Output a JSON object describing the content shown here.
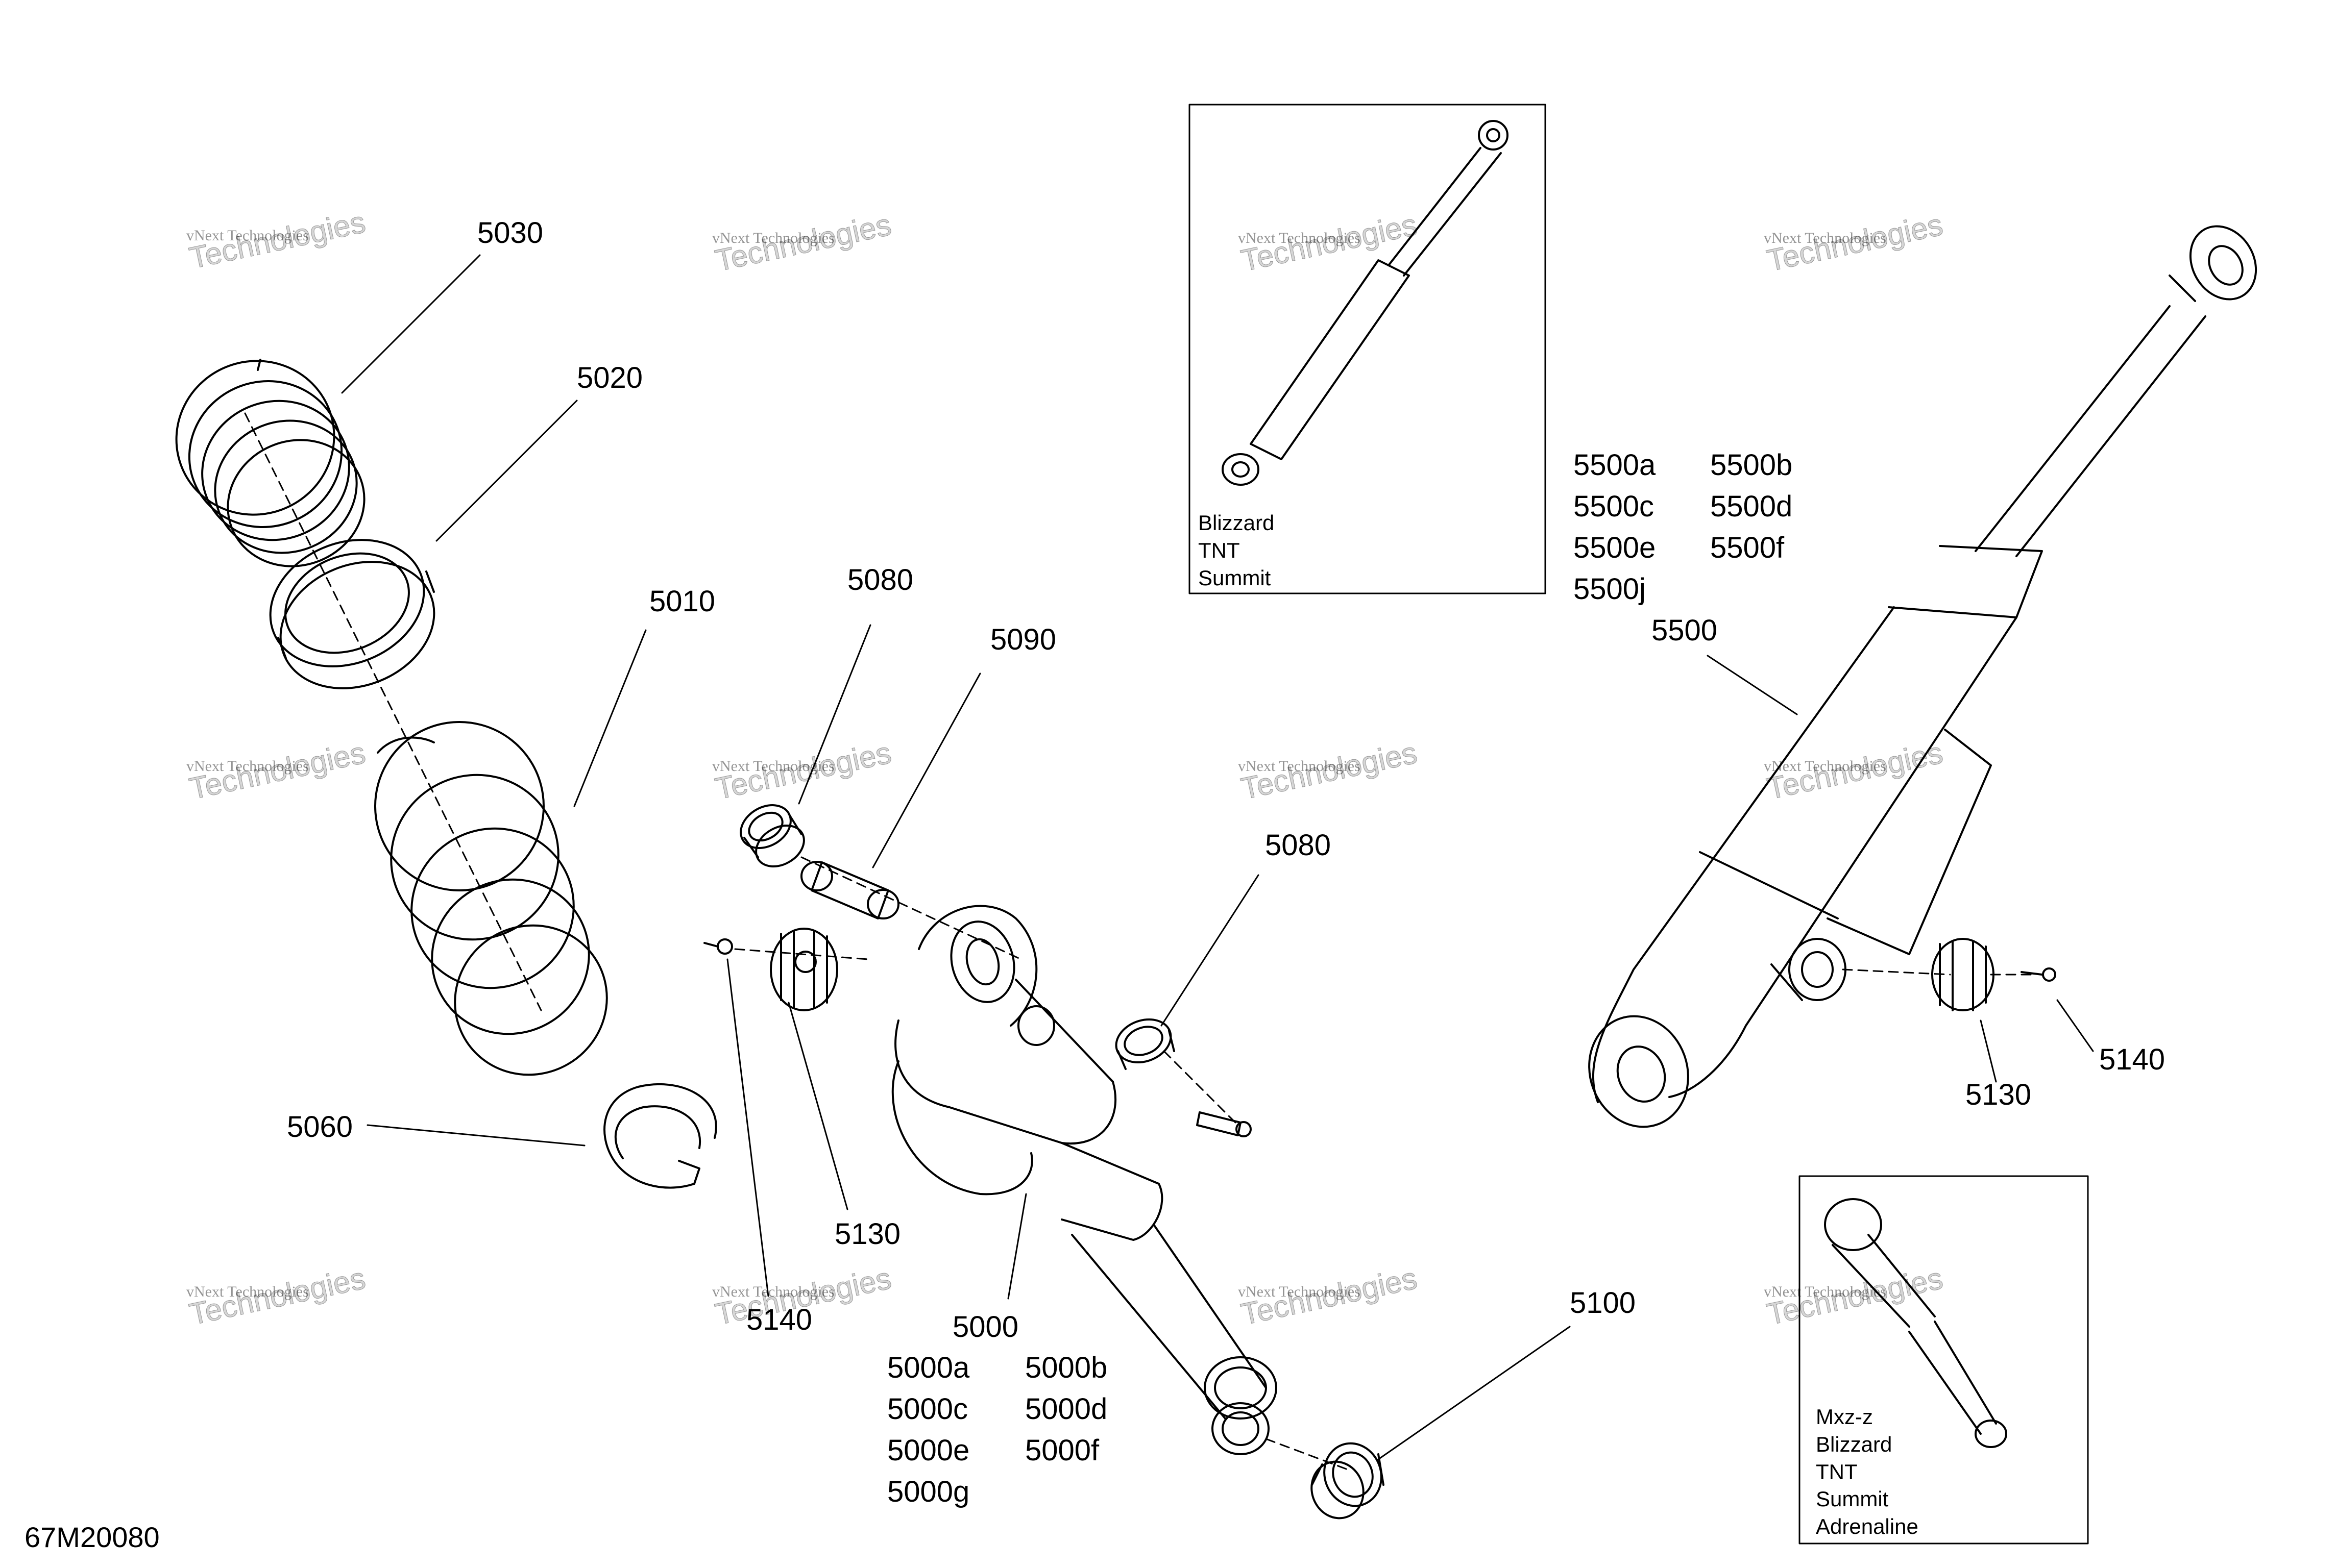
{
  "reference_code": "67M20080",
  "watermark": {
    "line1": "vNext Technologies",
    "line2": "Technologies"
  },
  "callouts": {
    "c5030": "5030",
    "c5020": "5020",
    "c5010": "5010",
    "c5080a": "5080",
    "c5090": "5090",
    "c5080b": "5080",
    "c5060": "5060",
    "c5130a": "5130",
    "c5140a": "5140",
    "c5000": "5000",
    "c5100": "5100",
    "c5500": "5500",
    "c5130b": "5130",
    "c5140b": "5140"
  },
  "variants_5000": [
    "5000a",
    "5000b",
    "5000c",
    "5000d",
    "5000e",
    "5000f",
    "5000g"
  ],
  "variants_5500": [
    "5500a",
    "5500b",
    "5500c",
    "5500d",
    "5500e",
    "5500f",
    "5500j"
  ],
  "inset_top": {
    "lines": "Blizzard\nTNT\nSummit"
  },
  "inset_bottom": {
    "lines": "Mxz-z\nBlizzard\nTNT\nSummit\nAdrenaline"
  }
}
